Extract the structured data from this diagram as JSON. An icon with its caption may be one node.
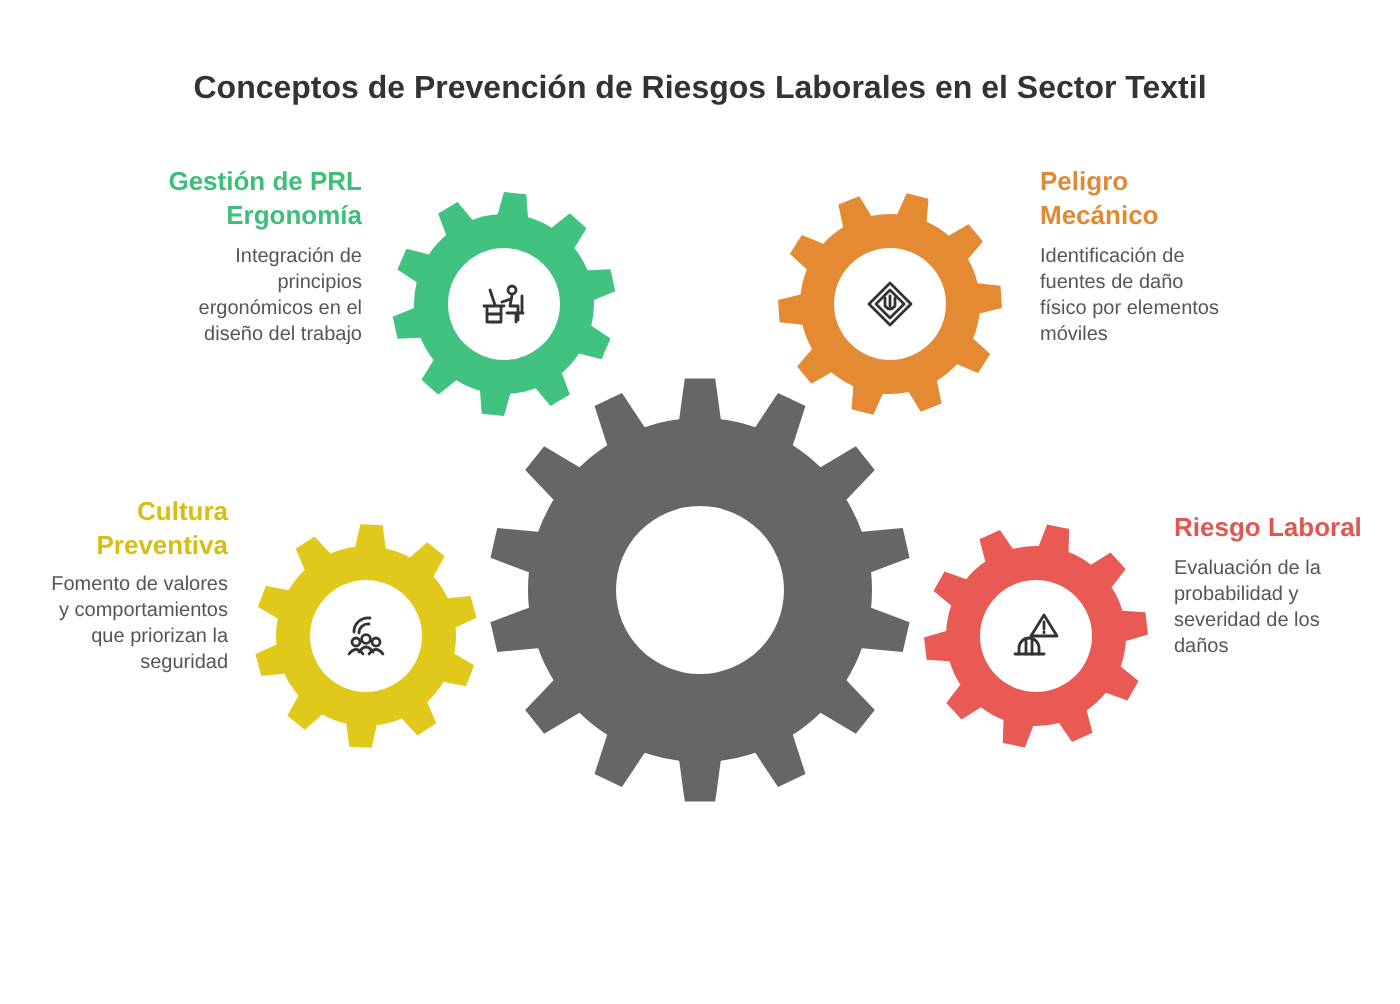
{
  "diagram": {
    "title": "Conceptos de Prevención de Riesgos Laborales en el Sector Textil",
    "nodes": [
      {
        "text": [
          "Gestión de PRL Ergonomía",
          "Integración de principios ergonómicos en el diseño del trabajo"
        ]
      },
      {
        "text": [
          "Peligro Mecánico",
          "Identificación de fuentes de daño físico por elementos móviles"
        ]
      },
      {
        "text": [
          "Cultura Preventiva",
          "Fomento de valores y comportamientos que priorizan la seguridad"
        ]
      },
      {
        "text": [
          "Riesgo Laboral",
          "Evaluación de la probabilidad y severidad de los daños"
        ]
      },
      {
        "text": [],
        "shape": "gear"
      }
    ],
    "edges": []
  }
}
